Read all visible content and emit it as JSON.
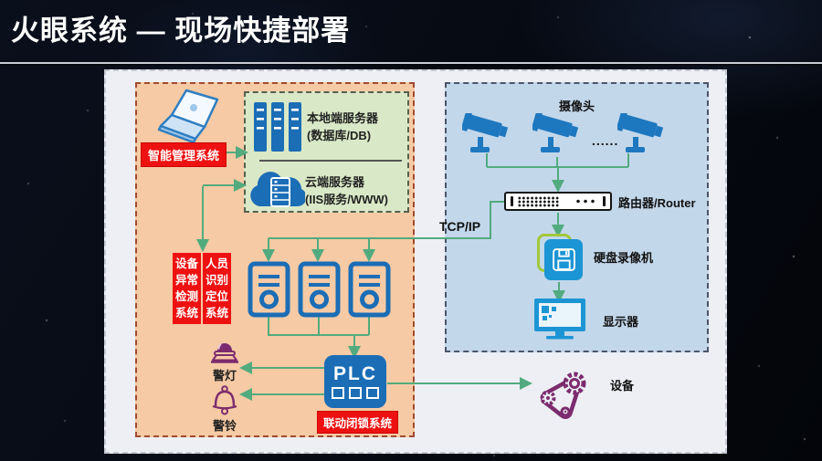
{
  "title": "火眼系统 — 现场快捷部署",
  "tcpip_label": "TCP/IP",
  "management_zone": {
    "terminal_label": "智能管理系统",
    "server_group": {
      "local_server": [
        "本地端服务器",
        "(数据库/DB)"
      ],
      "cloud_server": [
        "云端服务器",
        "(IIS服务/WWW)"
      ]
    },
    "device_anomaly_box": [
      "设备",
      "异常",
      "检测",
      "系统"
    ],
    "person_locate_box": [
      "人员",
      "识别",
      "定位",
      "系统"
    ],
    "alarm_light_label": "警灯",
    "alarm_bell_label": "警铃",
    "plc_text": "PLC",
    "interlock_label": "联动闭锁系统"
  },
  "surveillance_zone": {
    "camera_label": "摄像头",
    "camera_ellipsis": "......",
    "router_label": "路由器/Router",
    "dvr_label": "硬盘录像机",
    "monitor_label": "显示器"
  },
  "equipment_label": "设备",
  "icons": {
    "laptop": "laptop-icon",
    "server_rack": "server-rack-icon",
    "cloud_server": "cloud-server-icon",
    "tower_pc": "tower-pc-icon",
    "alarm_light": "siren-icon",
    "alarm_bell": "bell-icon",
    "camera": "cctv-camera-icon",
    "router": "router-icon",
    "dvr": "floppy-disk-icon",
    "monitor": "monitor-icon",
    "equipment": "gear-belt-icon"
  },
  "colors": {
    "green": "#52ab7f",
    "blue": "#1b6db6",
    "blue2": "#1c95d4",
    "red": "#ee1111",
    "purple": "#7c2b6e",
    "orange-bg": "#f6caa4",
    "blue-bg": "#c3d7ea",
    "green-bg": "#d9e8c6",
    "panel-bg": "#edeff5"
  }
}
